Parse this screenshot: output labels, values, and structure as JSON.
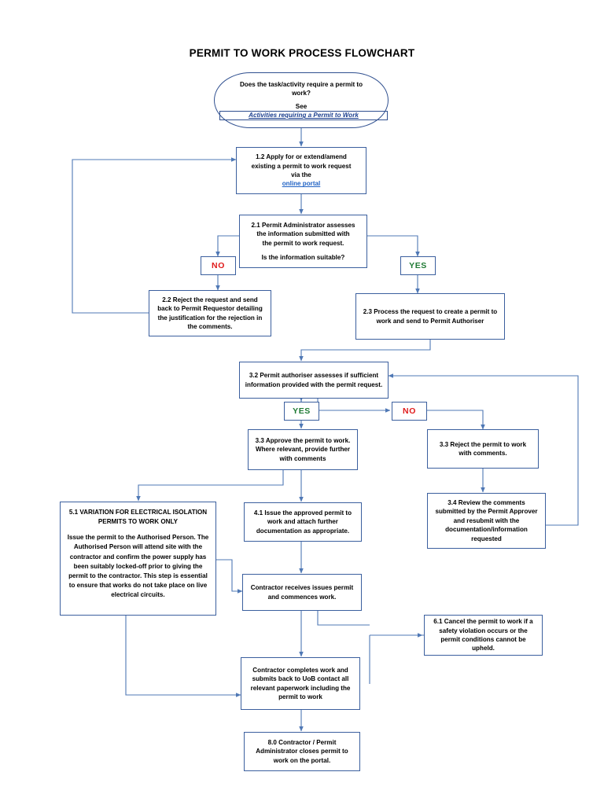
{
  "document": {
    "title": "PERMIT TO WORK PROCESS FLOWCHART"
  },
  "colors": {
    "node_border": "#3b5f9e",
    "connector": "#4f78b5",
    "yes_text": "#1f7a34",
    "no_text": "#e01b1b",
    "link_text": "#1f62c4",
    "background": "#ffffff"
  },
  "nodes": {
    "start_question": {
      "shape": "oval",
      "line1": "Does the task/activity require a permit to",
      "line2": "work?",
      "see_prefix": "See",
      "link_label": "Activities requiring a Permit to Work"
    },
    "step_1_2": {
      "line1": "1.2 Apply for or extend/amend",
      "line2": "existing  a permit to work request",
      "line3_prefix": "via the ",
      "link_label": "online portal"
    },
    "step_2_1": {
      "line1": "2.1 Permit Administrator assesses",
      "line2": "the information submitted with",
      "line3": "the permit to work request.",
      "line4": "Is the information suitable?"
    },
    "tag_no_1": {
      "label": "NO"
    },
    "tag_yes_1": {
      "label": "YES"
    },
    "step_2_2": {
      "text": "2.2 Reject the request and send back to Permit Requestor detailing the justification for the rejection in the comments."
    },
    "step_2_3": {
      "text": "2.3 Process the request to create a permit to work and send to Permit Authoriser"
    },
    "step_3_2": {
      "text": "3.2 Permit authoriser assesses if sufficient information provided with the permit request."
    },
    "tag_yes_2": {
      "label": "YES"
    },
    "tag_no_2": {
      "label": "NO"
    },
    "step_3_3_approve": {
      "text": "3.3 Approve the permit to work. Where relevant, provide further with comments"
    },
    "step_3_3_reject": {
      "text": "3.3 Reject the permit to work with comments."
    },
    "step_5_1": {
      "heading": "5.1 VARIATION FOR ELECTRICAL ISOLATION PERMITS TO WORK ONLY",
      "body": "Issue the permit to the Authorised Person.  The Authorised Person will attend site with the contractor and confirm the power supply has been suitably locked-off prior to giving the permit to the contractor.  This step is essential to ensure that works do not take place on live electrical circuits."
    },
    "step_4_1": {
      "text": "4.1 Issue the approved permit to work and attach further documentation as appropriate."
    },
    "step_3_4": {
      "text": "3.4 Review the comments submitted by the Permit Approver and resubmit with the documentation/information requested"
    },
    "step_contractor_receives": {
      "text": "Contractor receives issues permit and commences work."
    },
    "step_6_1": {
      "text": "6.1 Cancel the permit to work if a safety violation occurs or the permit conditions cannot be upheld."
    },
    "step_contractor_completes": {
      "text": "Contractor completes work and submits back to UoB contact all relevant paperwork including the permit to work"
    },
    "step_8_0": {
      "text": "8.0 Contractor / Permit Administrator closes permit to work on the portal."
    }
  }
}
